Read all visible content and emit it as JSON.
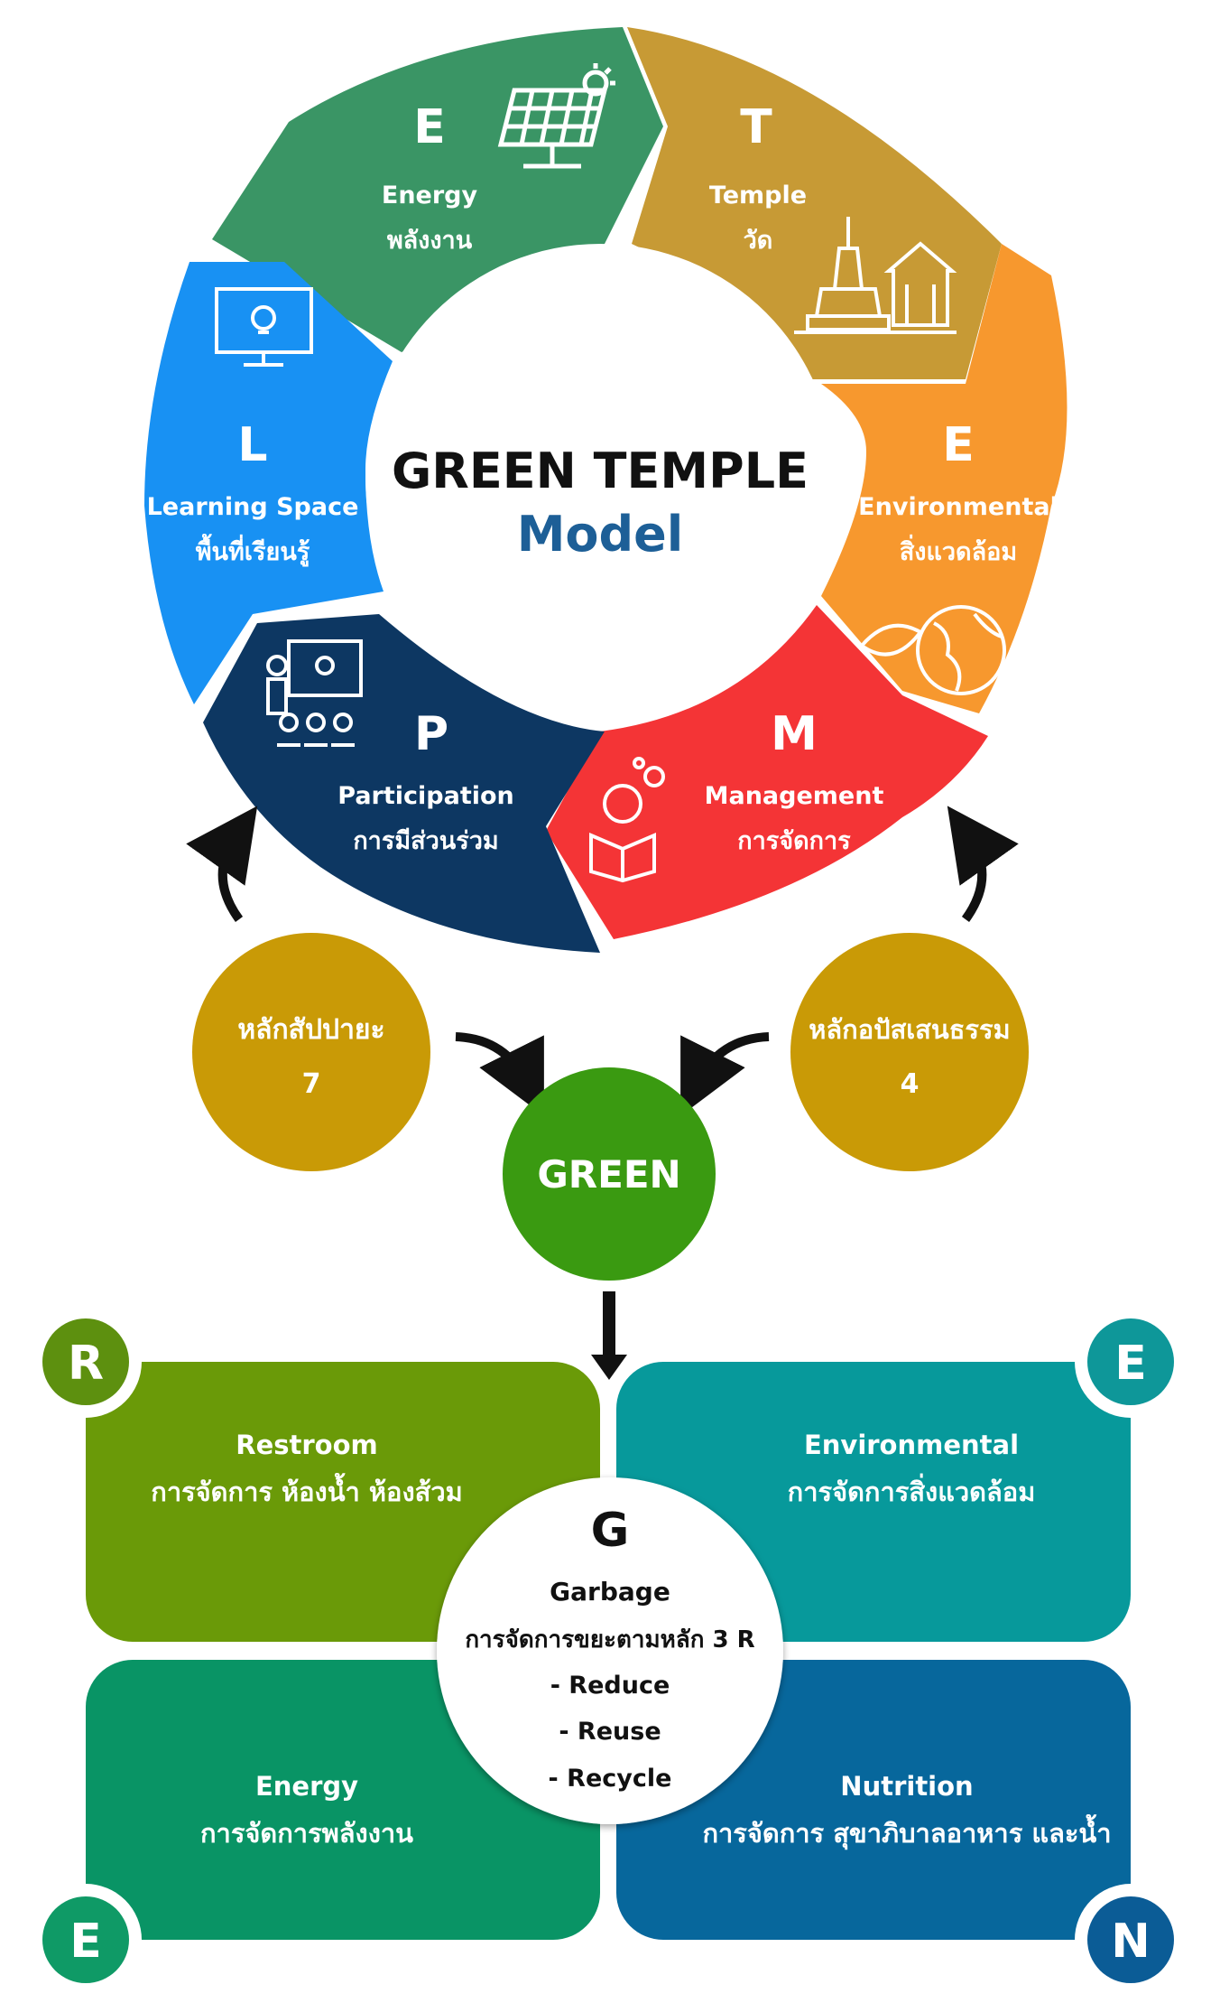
{
  "title_line1": "GREEN TEMPLE",
  "title_line2": "Model",
  "segments": {
    "energy": {
      "letter": "E",
      "en": "Energy",
      "th": "พลังงาน",
      "color": "#3a9565",
      "icon": "solar-panel-icon"
    },
    "temple": {
      "letter": "T",
      "en": "Temple",
      "th": "วัด",
      "color": "#c79a35",
      "icon": "temple-icon"
    },
    "environmental": {
      "letter": "E",
      "en": "Environmental",
      "th": "สิ่งแวดล้อม",
      "color": "#f7982e",
      "icon": "globe-leaf-icon"
    },
    "management": {
      "letter": "M",
      "en": "Management",
      "th": "การจัดการ",
      "color": "#f43436",
      "icon": "reader-gear-icon"
    },
    "participation": {
      "letter": "P",
      "en": "Participation",
      "th": "การมีส่วนร่วม",
      "color": "#0d3762",
      "icon": "teacher-audience-icon"
    },
    "learning": {
      "letter": "L",
      "en": "Learning Space",
      "th": "พื้นที่เรียนรู้",
      "color": "#1891f3",
      "icon": "monitor-bulb-icon"
    }
  },
  "principles": {
    "left": {
      "line1": "หลักสัปปายะ",
      "line2": "7",
      "color": "#c99a06"
    },
    "right": {
      "line1": "หลักอปัสเสนธรรม",
      "line2": "4",
      "color": "#c99a06"
    }
  },
  "green": {
    "label": "GREEN",
    "color": "#3a9a11"
  },
  "quadrants": {
    "restroom": {
      "letter": "R",
      "en": "Restroom",
      "th": "การจัดการ ห้องน้ำ ห้องส้วม",
      "color": "#6a9a08",
      "badge_color": "#5d900f"
    },
    "environmental": {
      "letter": "E",
      "en": "Environmental",
      "th": "การจัดการสิ่งแวดล้อม",
      "color": "#07999b",
      "badge_color": "#0e9799"
    },
    "energy": {
      "letter": "E",
      "en": "Energy",
      "th": "การจัดการพลังงาน",
      "color": "#099465",
      "badge_color": "#0f9a66"
    },
    "nutrition": {
      "letter": "N",
      "en": "Nutrition",
      "th": "การจัดการ สุขาภิบาลอาหาร และน้ำ",
      "color": "#07679c",
      "badge_color": "#0b5c96"
    }
  },
  "garbage": {
    "letter": "G",
    "en": "Garbage",
    "th": "การจัดการขยะตามหลัก 3 R",
    "items": [
      "- Reduce",
      "- Reuse",
      "- Recycle"
    ]
  }
}
